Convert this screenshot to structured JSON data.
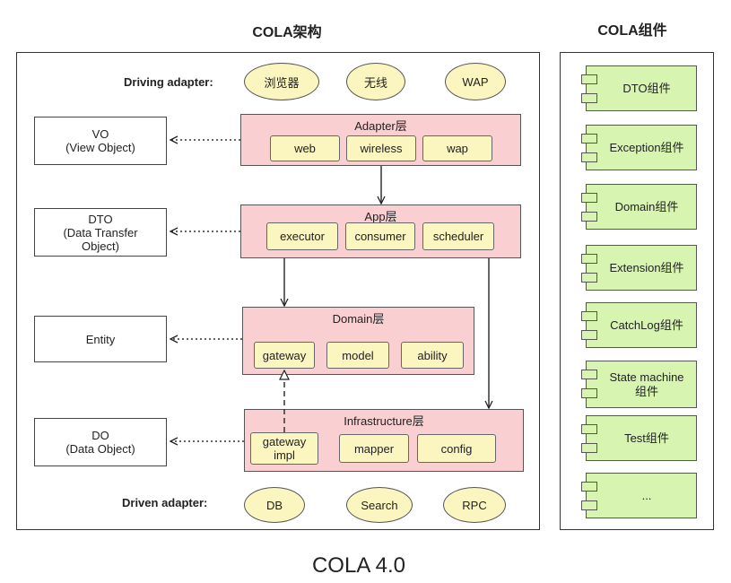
{
  "architecture_title": "COLA架构",
  "components_title": "COLA组件",
  "footer_title": "COLA 4.0",
  "driving_label": "Driving adapter:",
  "driven_label": "Driven adapter:",
  "driving_adapters": [
    "浏览器",
    "无线",
    "WAP"
  ],
  "driven_adapters": [
    "DB",
    "Search",
    "RPC"
  ],
  "objects": [
    "VO\n(View Object)",
    "DTO\n(Data Transfer\nObject)",
    "Entity",
    "DO\n(Data Object)"
  ],
  "layers": [
    {
      "title": "Adapter层",
      "items": [
        "web",
        "wireless",
        "wap"
      ]
    },
    {
      "title": "App层",
      "items": [
        "executor",
        "consumer",
        "scheduler"
      ]
    },
    {
      "title": "Domain层",
      "items": [
        "gateway",
        "model",
        "ability"
      ]
    },
    {
      "title": "Infrastructure层",
      "items": [
        "gateway\nimpl",
        "mapper",
        "config"
      ]
    }
  ],
  "components": [
    "DTO组件",
    "Exception组件",
    "Domain组件",
    "Extension组件",
    "CatchLog组件",
    "State machine\n组件",
    "Test组件",
    "..."
  ],
  "colors": {
    "layer_fill": "#f9cfd2",
    "pill_fill": "#fbf5c0",
    "component_fill": "#d7f4b0"
  }
}
